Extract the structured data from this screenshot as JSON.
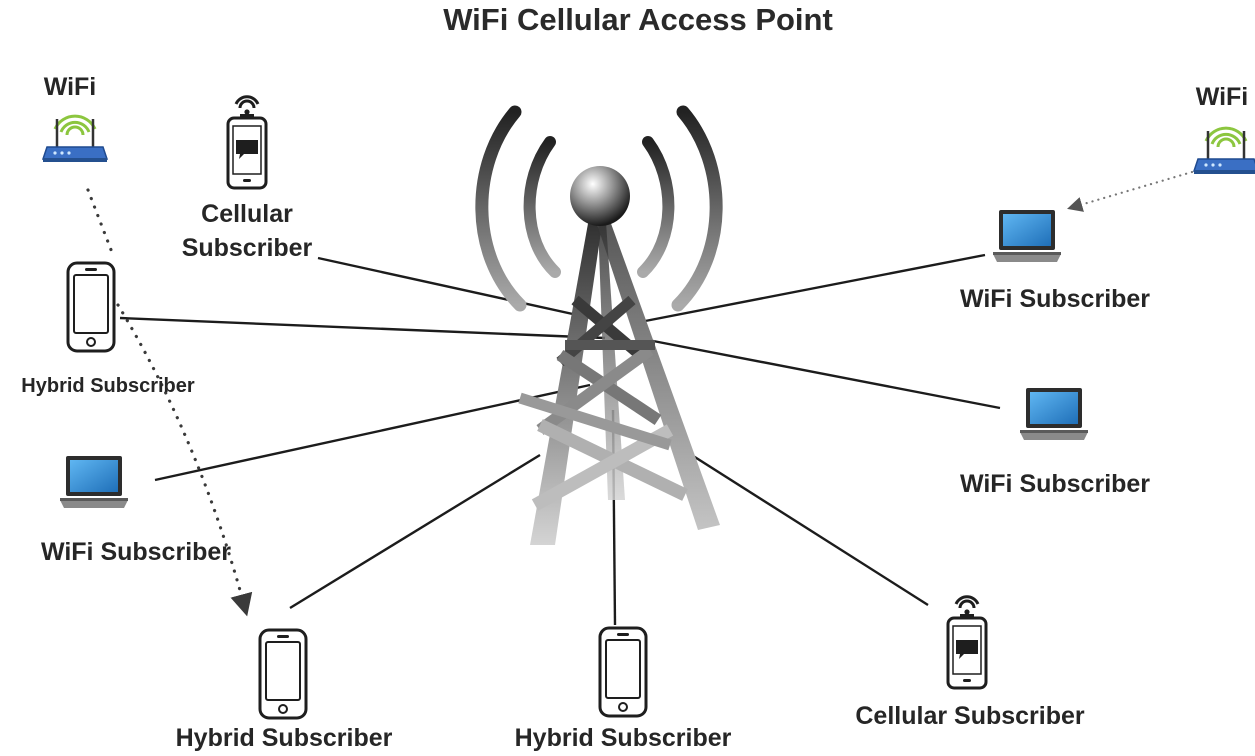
{
  "diagram": {
    "title": "WiFi Cellular Access Point",
    "wifi_left_label": "WiFi",
    "wifi_right_label": "WiFi",
    "cellular_top_label_line1": "Cellular",
    "cellular_top_label_line2": "Subscriber",
    "hybrid_left_label": "Hybrid Subscriber",
    "wifi_sub_left_label": "WiFi Subscriber",
    "hybrid_bottom_left_label": "Hybrid Subscriber",
    "hybrid_bottom_center_label": "Hybrid Subscriber",
    "cellular_bottom_right_label": "Cellular Subscriber",
    "wifi_sub_right_top_label": "WiFi Subscriber",
    "wifi_sub_right_mid_label": "WiFi Subscriber"
  },
  "colors": {
    "router_body": "#3a6fc4",
    "wifi_waves": "#8cc63f",
    "laptop_screen": "#2f8fde",
    "tower_dark": "#3c3c3c",
    "tower_light": "#c8c8c8"
  },
  "icons": [
    "wifi-router-icon",
    "cell-tower-icon",
    "smartphone-icon",
    "laptop-icon",
    "feature-phone-icon"
  ]
}
